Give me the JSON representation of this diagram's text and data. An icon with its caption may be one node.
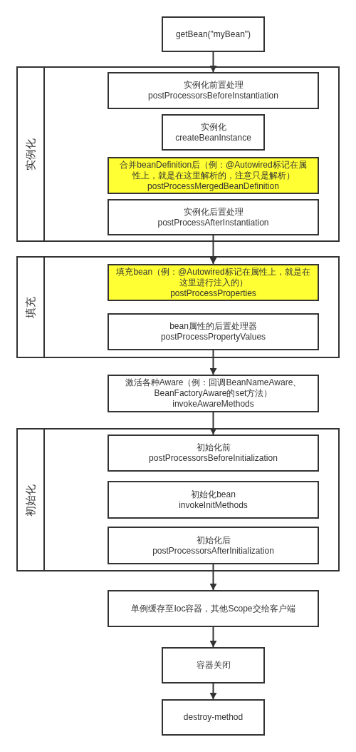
{
  "diagram": {
    "nodes": [
      {
        "text": [
          "getBean(\"myBean\")"
        ]
      },
      {
        "text": [
          "实例化"
        ]
      },
      {
        "text": [
          "实例化前置处理",
          "postProcessorsBeforeInstantiation"
        ],
        "in": 1
      },
      {
        "text": [
          "实例化",
          "createBeanInstance"
        ],
        "in": 1
      },
      {
        "text": [
          "合并beanDefinition后（例：@Autowired标记在属性上，就是在这里解析的，注意只是解析）",
          "postProcessMergedBeanDefinition"
        ],
        "in": 1
      },
      {
        "text": [
          "实例化后置处理",
          "postProcessAfterInstantiation"
        ],
        "in": 1
      },
      {
        "text": [
          "填充"
        ]
      },
      {
        "text": [
          "填充bean（例：@Autowired标记在属性上，就是在这里进行注入的）",
          "postProcessProperties"
        ],
        "in": 6
      },
      {
        "text": [
          "bean属性的后置处理器",
          "postProcessPropertyValues"
        ],
        "in": 6
      },
      {
        "text": [
          "激活各种Aware（例：回调BeanNameAware、BeanFactoryAware的set方法）",
          "invokeAwareMethods"
        ]
      },
      {
        "text": [
          "初始化"
        ]
      },
      {
        "text": [
          "初始化前",
          "postProcessorsBeforeInitialization"
        ],
        "in": 10
      },
      {
        "text": [
          "初始化bean",
          "invokeInitMethods"
        ],
        "in": 10
      },
      {
        "text": [
          "初始化后",
          "postProcessorsAfterInitialization"
        ],
        "in": 10
      },
      {
        "text": [
          "单例缓存至Ioc容器，其他Scope交给客户端"
        ]
      },
      {
        "text": [
          "容器关闭"
        ]
      },
      {
        "text": [
          "destroy-method"
        ]
      }
    ],
    "edges": [
      {
        "from": 0,
        "to": 2,
        "arrow": "to"
      },
      {
        "from": 5,
        "to": 7,
        "arrow": "to"
      },
      {
        "from": 8,
        "to": 9,
        "arrow": "to"
      },
      {
        "from": 9,
        "to": 11,
        "arrow": "to"
      },
      {
        "from": 13,
        "to": 14,
        "arrow": "to"
      },
      {
        "from": 14,
        "to": 15,
        "arrow": "to"
      },
      {
        "from": 15,
        "to": 16,
        "arrow": "to"
      }
    ]
  }
}
